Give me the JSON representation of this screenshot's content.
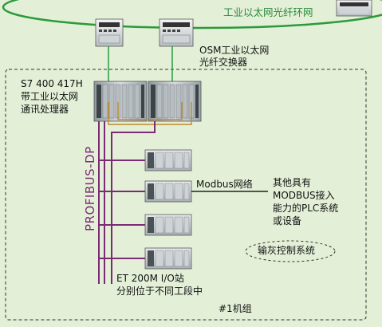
{
  "ring": {
    "label": "工业以太网光纤环网"
  },
  "osm": {
    "line1": "OSM工业以太网",
    "line2": "光纤交换器"
  },
  "plc": {
    "line1": "S7 400 417H",
    "line2": "带工业以太网",
    "line3": "通讯处理器"
  },
  "bus": {
    "label": "PROFIBUS-DP"
  },
  "modbus": {
    "label": "Modbus网络"
  },
  "other_devices": {
    "line1": "其他具有",
    "line2": "MODBUS接入",
    "line3": "能力的PLC系统",
    "line4": "或设备"
  },
  "ash_system": {
    "label": "输灰控制系统"
  },
  "et200": {
    "line1": "ET 200M I/O站",
    "line2": "分别位于不同工段中"
  },
  "unit": {
    "label": "#1机组"
  },
  "colors": {
    "background": "#e3efd7",
    "ring": "#2a9a3a",
    "profibus": "#7b2b74",
    "ethernet": "#c08a2a",
    "modbus_line": "#222222",
    "frame": "#333333"
  }
}
